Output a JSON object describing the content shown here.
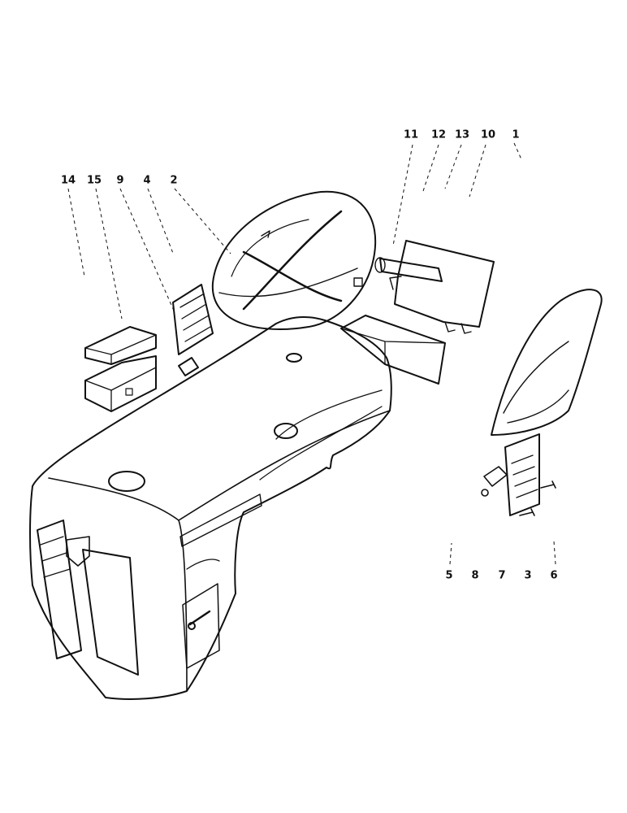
{
  "diagram": {
    "callouts_top_right": [
      "11",
      "12",
      "13",
      "10",
      "1"
    ],
    "callouts_top_left": [
      "14",
      "15",
      "9",
      "4",
      "2"
    ],
    "callouts_bottom_right": [
      "5",
      "8",
      "7",
      "3",
      "6"
    ]
  },
  "colors": {
    "ink": "#111111",
    "paper": "#ffffff"
  }
}
